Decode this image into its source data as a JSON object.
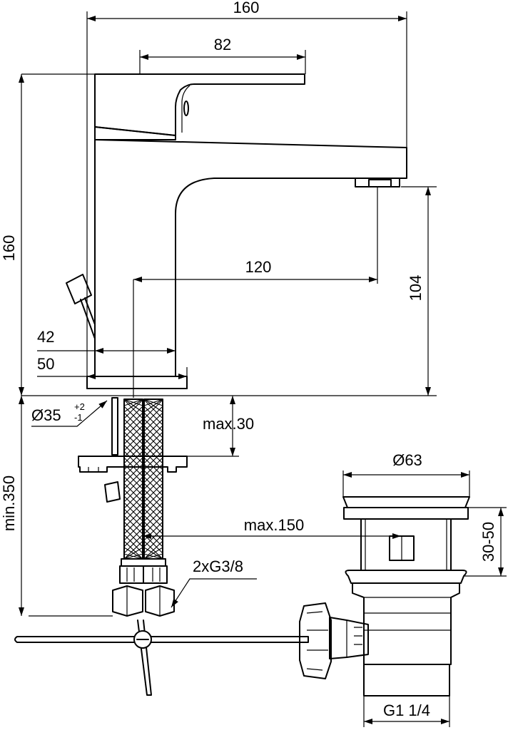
{
  "dimensions": {
    "overall_width": "160",
    "lever_length": "82",
    "overall_height": "160",
    "spout_projection": "120",
    "spout_height": "104",
    "body_width": "42",
    "base_width": "50",
    "hole_diameter": "Ø35",
    "hole_tol_plus": "+2",
    "hole_tol_minus": "-1",
    "max_thickness": "max.30",
    "min_hose_length": "min.350",
    "waste_diameter": "Ø63",
    "max_rod": "max.150",
    "waste_height": "30-50",
    "connection": "2xG3/8",
    "waste_thread": "G1 1/4"
  }
}
